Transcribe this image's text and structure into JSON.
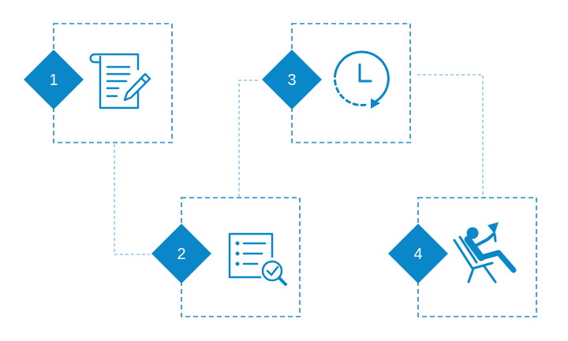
{
  "colors": {
    "accent": "#0a87c8",
    "dashed_outline": "#1a8bd0",
    "connector": "#5aa9dc",
    "number_text": "#ffffff",
    "background": "#ffffff"
  },
  "steps": [
    {
      "number": "1",
      "icon": "document-edit-icon"
    },
    {
      "number": "2",
      "icon": "checklist-search-icon"
    },
    {
      "number": "3",
      "icon": "clock-history-icon"
    },
    {
      "number": "4",
      "icon": "relaxing-person-icon"
    }
  ]
}
